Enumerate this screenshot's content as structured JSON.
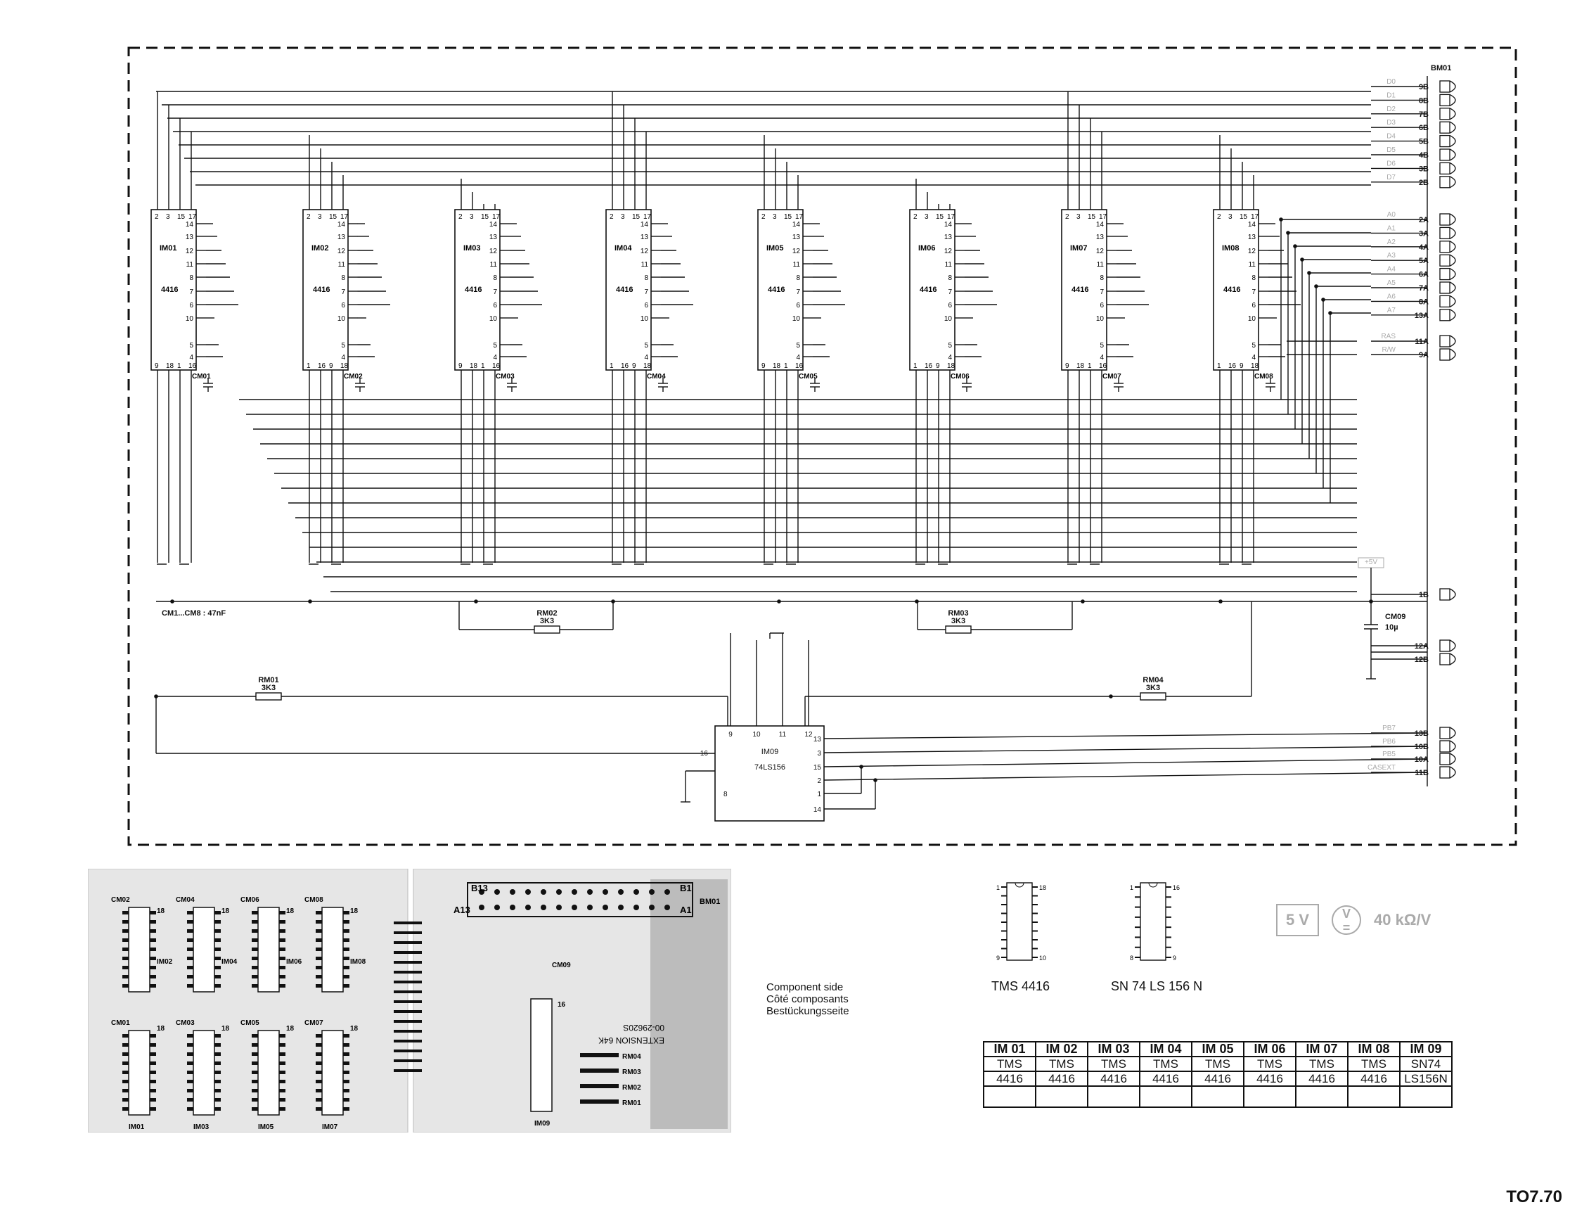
{
  "connector": {
    "name": "BM01",
    "data_pins": [
      {
        "signal": "D0",
        "pin": "9B"
      },
      {
        "signal": "D1",
        "pin": "8B"
      },
      {
        "signal": "D2",
        "pin": "7B"
      },
      {
        "signal": "D3",
        "pin": "6B"
      },
      {
        "signal": "D4",
        "pin": "5B"
      },
      {
        "signal": "D5",
        "pin": "4B"
      },
      {
        "signal": "D6",
        "pin": "3B"
      },
      {
        "signal": "D7",
        "pin": "2B"
      }
    ],
    "address_pins": [
      {
        "signal": "A0",
        "pin": "2A"
      },
      {
        "signal": "A1",
        "pin": "3A"
      },
      {
        "signal": "A2",
        "pin": "4A"
      },
      {
        "signal": "A3",
        "pin": "5A"
      },
      {
        "signal": "A4",
        "pin": "6A"
      },
      {
        "signal": "A5",
        "pin": "7A"
      },
      {
        "signal": "A6",
        "pin": "8A"
      },
      {
        "signal": "A7",
        "pin": "13A"
      }
    ],
    "control_pins": [
      {
        "signal": "RAS",
        "pin": "11A"
      },
      {
        "signal": "R/W",
        "pin": "9A"
      }
    ],
    "power_pins": [
      {
        "signal": "",
        "pin": "1B"
      }
    ],
    "ground_pins": [
      {
        "signal": "",
        "pin": "12A"
      },
      {
        "signal": "",
        "pin": "12B"
      }
    ],
    "select_pins": [
      {
        "signal": "PB7",
        "pin": "13B"
      },
      {
        "signal": "PB6",
        "pin": "10B"
      },
      {
        "signal": "PB5",
        "pin": "10A"
      },
      {
        "signal": "CASEXT",
        "pin": "11B"
      }
    ]
  },
  "memory_chips": [
    {
      "ref": "IM01",
      "type": "4416",
      "cap": "CM01",
      "bottom_pins": [
        "9",
        "18",
        "1",
        "16"
      ]
    },
    {
      "ref": "IM02",
      "type": "4416",
      "cap": "CM02",
      "bottom_pins": [
        "1",
        "16",
        "9",
        "18"
      ]
    },
    {
      "ref": "IM03",
      "type": "4416",
      "cap": "CM03",
      "bottom_pins": [
        "9",
        "18",
        "1",
        "16"
      ]
    },
    {
      "ref": "IM04",
      "type": "4416",
      "cap": "CM04",
      "bottom_pins": [
        "1",
        "16",
        "9",
        "18"
      ]
    },
    {
      "ref": "IM05",
      "type": "4416",
      "cap": "CM05",
      "bottom_pins": [
        "9",
        "18",
        "1",
        "16"
      ]
    },
    {
      "ref": "IM06",
      "type": "4416",
      "cap": "CM06",
      "bottom_pins": [
        "1",
        "16",
        "9",
        "18"
      ]
    },
    {
      "ref": "IM07",
      "type": "4416",
      "cap": "CM07",
      "bottom_pins": [
        "9",
        "18",
        "1",
        "16"
      ]
    },
    {
      "ref": "IM08",
      "type": "4416",
      "cap": "CM08",
      "bottom_pins": [
        "1",
        "16",
        "9",
        "18"
      ]
    }
  ],
  "chip_top_pins": [
    "2",
    "3",
    "15",
    "17"
  ],
  "chip_right_pins": [
    "14",
    "13",
    "12",
    "11",
    "8",
    "7",
    "6",
    "10",
    "5",
    "4"
  ],
  "resistors": [
    {
      "ref": "RM01",
      "value": "3K3"
    },
    {
      "ref": "RM02",
      "value": "3K3"
    },
    {
      "ref": "RM03",
      "value": "3K3"
    },
    {
      "ref": "RM04",
      "value": "3K3"
    }
  ],
  "cap_note": "CM1...CM8 : 47nF",
  "decoder": {
    "ref": "IM09",
    "type": "74LS156",
    "top_pins": [
      "9",
      "10",
      "11",
      "12"
    ],
    "left_pins": [
      "16",
      "8"
    ],
    "right_pins": [
      "13",
      "3",
      "15",
      "2",
      "1",
      "14"
    ]
  },
  "supply": {
    "label": "+5V",
    "cap_ref": "CM09",
    "cap_value": "10µ"
  },
  "pcb": {
    "chips": [
      "IM01",
      "IM02",
      "IM03",
      "IM04",
      "IM05",
      "IM06",
      "IM07",
      "IM08",
      "IM09"
    ],
    "caps": [
      "CM01",
      "CM02",
      "CM03",
      "CM04",
      "CM05",
      "CM06",
      "CM07",
      "CM08",
      "CM09"
    ],
    "resistors": [
      "RM04",
      "RM03",
      "RM02",
      "RM01"
    ],
    "connector": "BM01",
    "pin_marks": [
      "B13",
      "B1",
      "A13",
      "A1",
      "18",
      "16"
    ],
    "board_text": "EXTENSION 64K",
    "board_number": "00-29620S"
  },
  "caption": {
    "line1": "Component side",
    "line2": "Côté composants",
    "line3": "Bestückungsseite"
  },
  "packages": [
    {
      "name": "TMS 4416",
      "pins": [
        "1",
        "18",
        "9",
        "10"
      ]
    },
    {
      "name": "SN 74 LS 156 N",
      "pins": [
        "1",
        "16",
        "8",
        "9"
      ]
    }
  ],
  "meter": {
    "range": "5 V",
    "symbol": "V",
    "sensitivity": "40 kΩ/V"
  },
  "ic_table": {
    "headers": [
      "IM 01",
      "IM 02",
      "IM 03",
      "IM 04",
      "IM 05",
      "IM 06",
      "IM 07",
      "IM 08",
      "IM 09"
    ],
    "row1": [
      "TMS",
      "TMS",
      "TMS",
      "TMS",
      "TMS",
      "TMS",
      "TMS",
      "TMS",
      "SN74"
    ],
    "row2": [
      "4416",
      "4416",
      "4416",
      "4416",
      "4416",
      "4416",
      "4416",
      "4416",
      "LS156N"
    ]
  },
  "doc_ref": "TO7.70"
}
